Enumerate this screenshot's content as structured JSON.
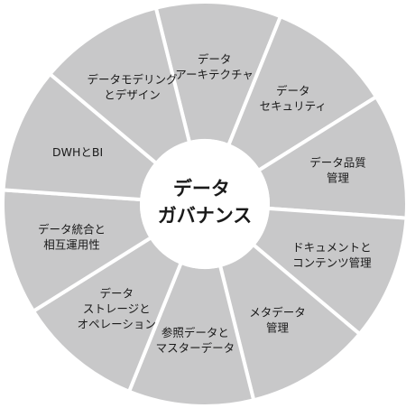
{
  "center": {
    "lines": [
      "データ",
      "ガバナンス"
    ]
  },
  "segments": [
    {
      "lines": [
        "データ",
        "アーキテクチャ"
      ]
    },
    {
      "lines": [
        "データ",
        "セキュリティ"
      ]
    },
    {
      "lines": [
        "データ品質",
        "管理"
      ]
    },
    {
      "lines": [
        "ドキュメントと",
        "コンテンツ管理"
      ]
    },
    {
      "lines": [
        "メタデータ",
        "管理"
      ]
    },
    {
      "lines": [
        "参照データと",
        "マスターデータ"
      ]
    },
    {
      "lines": [
        "データ",
        "ストレージと",
        "オペレーション"
      ]
    },
    {
      "lines": [
        "データ統合と",
        "相互運用性"
      ]
    },
    {
      "lines": [
        "DWHとBI"
      ]
    },
    {
      "lines": [
        "データモデリング",
        "とデザイン"
      ]
    }
  ],
  "colors": {
    "segment_fill": "#c8c8c9",
    "divider": "#ffffff",
    "text": "#1a1a1a"
  }
}
